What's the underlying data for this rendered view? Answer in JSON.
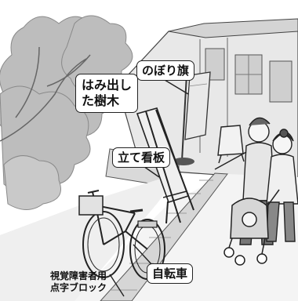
{
  "scene": {
    "labels": {
      "tree": [
        "はみ出し",
        "た樹木"
      ],
      "flag": "のぼり旗",
      "sign": "立て看板",
      "bicycle": "自転車",
      "tactile": [
        "視覚障害者用",
        "点字ブロック"
      ]
    },
    "colors": {
      "ink": "#222222",
      "foliage": "#bdbdbd",
      "building": "#e6e6e6",
      "shadow": "#9e9e9e",
      "background": "#ffffff"
    }
  }
}
